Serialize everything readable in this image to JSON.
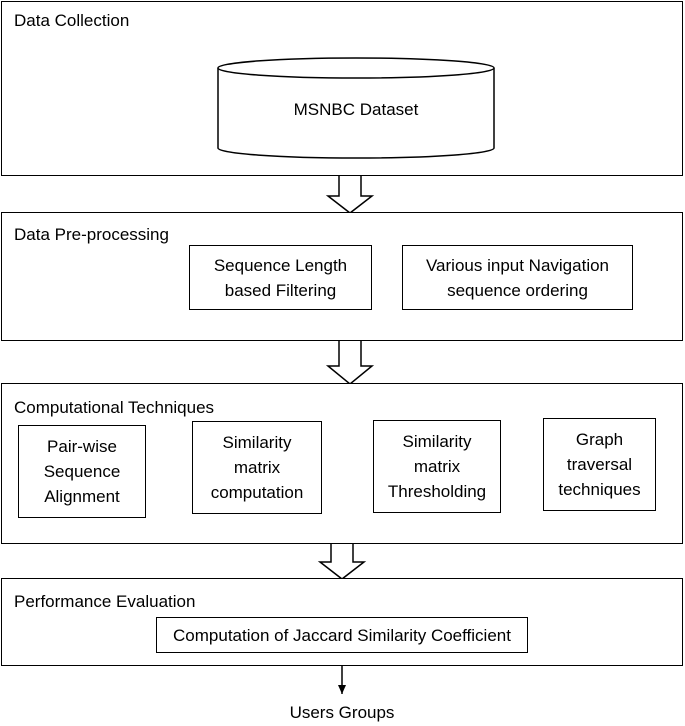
{
  "stages": {
    "collection": {
      "title": "Data Collection",
      "dataset_label": "MSNBC Dataset"
    },
    "preprocessing": {
      "title": "Data Pre-processing",
      "steps": [
        "Sequence Length\nbased Filtering",
        "Various input Navigation\nsequence ordering"
      ]
    },
    "computational": {
      "title": "Computational Techniques",
      "steps": [
        "Pair-wise\nSequence\nAlignment",
        "Similarity\nmatrix\ncomputation",
        "Similarity\nmatrix\nThresholding",
        "Graph\ntraversal\ntechniques"
      ]
    },
    "evaluation": {
      "title": "Performance Evaluation",
      "step": "Computation of Jaccard Similarity Coefficient"
    }
  },
  "output_label": "Users Groups"
}
